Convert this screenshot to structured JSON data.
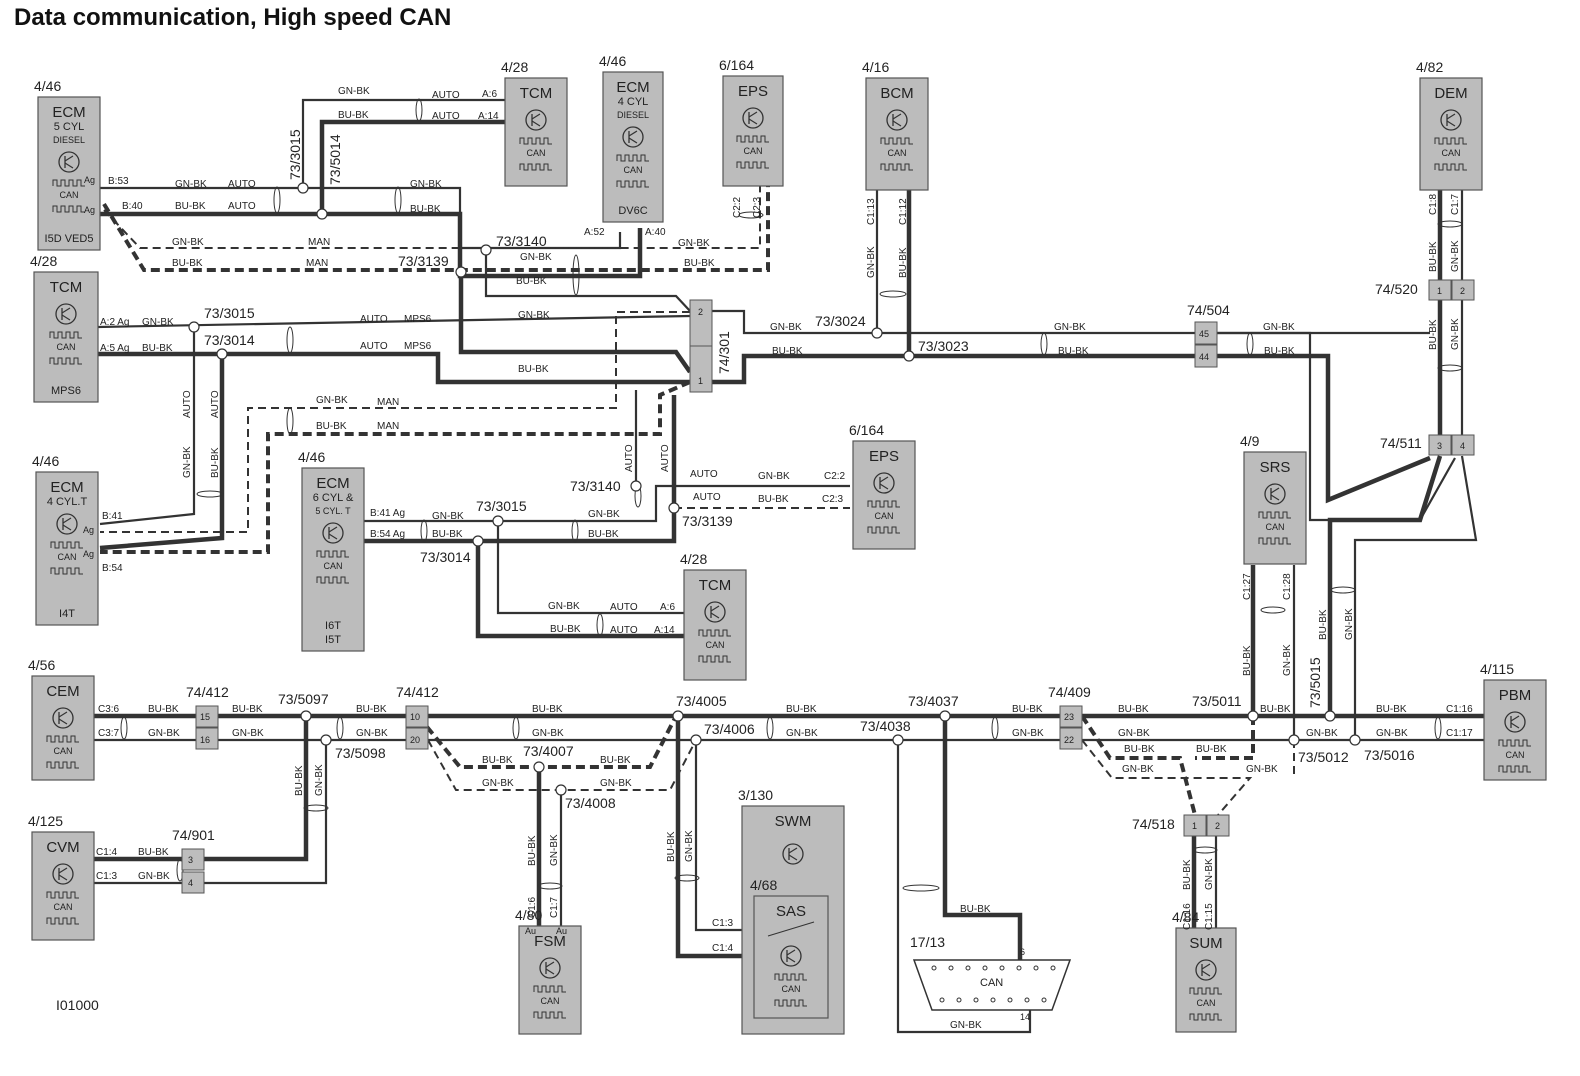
{
  "title": "Data communication, High speed CAN",
  "figure_id": "I01000",
  "modules": [
    {
      "id": "ecm5",
      "ref": "4/46",
      "name": "ECM",
      "sub": [
        "5 CYL",
        "DIESEL"
      ],
      "code": "I5D VED5"
    },
    {
      "id": "tcm1",
      "ref": "4/28",
      "name": "TCM"
    },
    {
      "id": "ecm4d",
      "ref": "4/46",
      "name": "ECM",
      "sub": [
        "4 CYL",
        "DIESEL"
      ],
      "code": "DV6C"
    },
    {
      "id": "eps1",
      "ref": "6/164",
      "name": "EPS"
    },
    {
      "id": "bcm",
      "ref": "4/16",
      "name": "BCM"
    },
    {
      "id": "dem",
      "ref": "4/82",
      "name": "DEM"
    },
    {
      "id": "tcm2",
      "ref": "4/28",
      "name": "TCM",
      "code": "MPS6"
    },
    {
      "id": "ecm4t",
      "ref": "4/46",
      "name": "ECM",
      "sub": [
        "4 CYL.T"
      ],
      "code": "I4T"
    },
    {
      "id": "ecm6",
      "ref": "4/46",
      "name": "ECM",
      "sub": [
        "6 CYL &",
        "5 CYL. T"
      ],
      "code": "I6T",
      "code2": "I5T"
    },
    {
      "id": "eps2",
      "ref": "6/164",
      "name": "EPS"
    },
    {
      "id": "srs",
      "ref": "4/9",
      "name": "SRS"
    },
    {
      "id": "tcm3",
      "ref": "4/28",
      "name": "TCM"
    },
    {
      "id": "cem",
      "ref": "4/56",
      "name": "CEM"
    },
    {
      "id": "pbm",
      "ref": "4/115",
      "name": "PBM"
    },
    {
      "id": "cvm",
      "ref": "4/125",
      "name": "CVM"
    },
    {
      "id": "fsm",
      "ref": "4/80",
      "name": "FSM"
    },
    {
      "id": "swm",
      "ref": "3/130",
      "name": "SWM"
    },
    {
      "id": "sas",
      "ref": "4/68",
      "name": "SAS"
    },
    {
      "id": "sum",
      "ref": "4/84",
      "name": "SUM"
    }
  ],
  "can_label": "CAN",
  "ag_label": "Ag",
  "au_label": "Au",
  "diag_connector": {
    "ref": "17/13",
    "label": "CAN",
    "pin_a": "6",
    "pin_b": "14"
  },
  "connectors": {
    "c301": {
      "ref": "74/301",
      "pins": [
        "2",
        "1"
      ]
    },
    "c504": {
      "ref": "74/504",
      "pins": [
        "45",
        "44"
      ]
    },
    "c520": {
      "ref": "74/520",
      "pins": [
        "1",
        "2"
      ]
    },
    "c511": {
      "ref": "74/511",
      "pins": [
        "3",
        "4"
      ]
    },
    "c412a": {
      "ref": "74/412",
      "pins": [
        "15",
        "16"
      ]
    },
    "c412b": {
      "ref": "74/412",
      "pins": [
        "10",
        "20"
      ]
    },
    "c409": {
      "ref": "74/409",
      "pins": [
        "23",
        "22"
      ]
    },
    "c518": {
      "ref": "74/518",
      "pins": [
        "1",
        "2"
      ]
    },
    "c901": {
      "ref": "74/901",
      "pins": [
        "3",
        "4"
      ]
    }
  },
  "splices": [
    "73/3015",
    "73/5014",
    "73/3140",
    "73/3139",
    "73/3015",
    "73/3014",
    "73/3024",
    "73/3023",
    "73/3140",
    "73/3139",
    "73/3015",
    "73/3014",
    "73/5097",
    "73/5098",
    "73/4005",
    "73/4006",
    "73/4007",
    "73/4008",
    "73/4037",
    "73/4038",
    "73/5011",
    "73/5012",
    "73/5015",
    "73/5016"
  ],
  "wire_labels": {
    "gnbk": "GN-BK",
    "bubk": "BU-BK",
    "auto": "AUTO",
    "man": "MAN",
    "mps6": "MPS6",
    "b53": "B:53",
    "b40": "B:40",
    "a6": "A:6",
    "a14": "A:14",
    "a52": "A:52",
    "a40": "A:40",
    "c22": "C2:2",
    "c23": "C2:3",
    "c113": "C1:13",
    "c112": "C1:12",
    "c18": "C1:8",
    "c17": "C1:7",
    "a2ag": "A:2 Ag",
    "a5ag": "A:5 Ag",
    "b41": "B:41",
    "b54": "B:54",
    "b41ag": "B:41 Ag",
    "b54ag": "B:54 Ag",
    "c127": "C1:27",
    "c128": "C1:28",
    "c36": "C3:6",
    "c37": "C3:7",
    "c116": "C1:16",
    "c117": "C1:17",
    "c14": "C1:4",
    "c13": "C1:3",
    "c16": "C1:6",
    "c115": "C1:15",
    "c116s": "C1:16"
  }
}
